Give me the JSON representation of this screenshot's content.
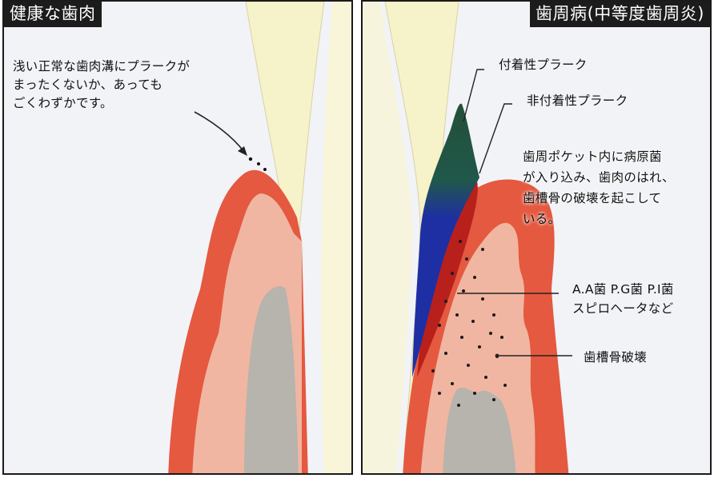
{
  "left_panel": {
    "title": "健康な歯肉",
    "note_lines": [
      "浅い正常な歯肉溝にプラークが",
      "まったくないか、あっても",
      "ごくわずかです。"
    ]
  },
  "right_panel": {
    "title": "歯周病(中等度歯周炎)",
    "label_attached_plaque": "付着性プラーク",
    "label_unattached_plaque": "非付着性プラーク",
    "pocket_note_lines": [
      "歯周ポケット内に病原菌",
      "が入り込み、歯肉のはれ、",
      "歯槽骨の破壊を起こして",
      "いる。"
    ],
    "bacteria_lines": [
      "A.A菌 P.G菌 P.I菌",
      "スピロヘータなど"
    ],
    "label_bone_destruction": "歯槽骨破壊"
  },
  "colors": {
    "background": "#f1f3f7",
    "tooth": "#f6f2c9",
    "gum_outer": "#e4593f",
    "gum_inner": "#f0b6a2",
    "bone": "#b7b3ad",
    "plaque_attached": "#234f39",
    "plaque_unattached": "#1e2fa3",
    "pocket_red": "#b8201c"
  }
}
